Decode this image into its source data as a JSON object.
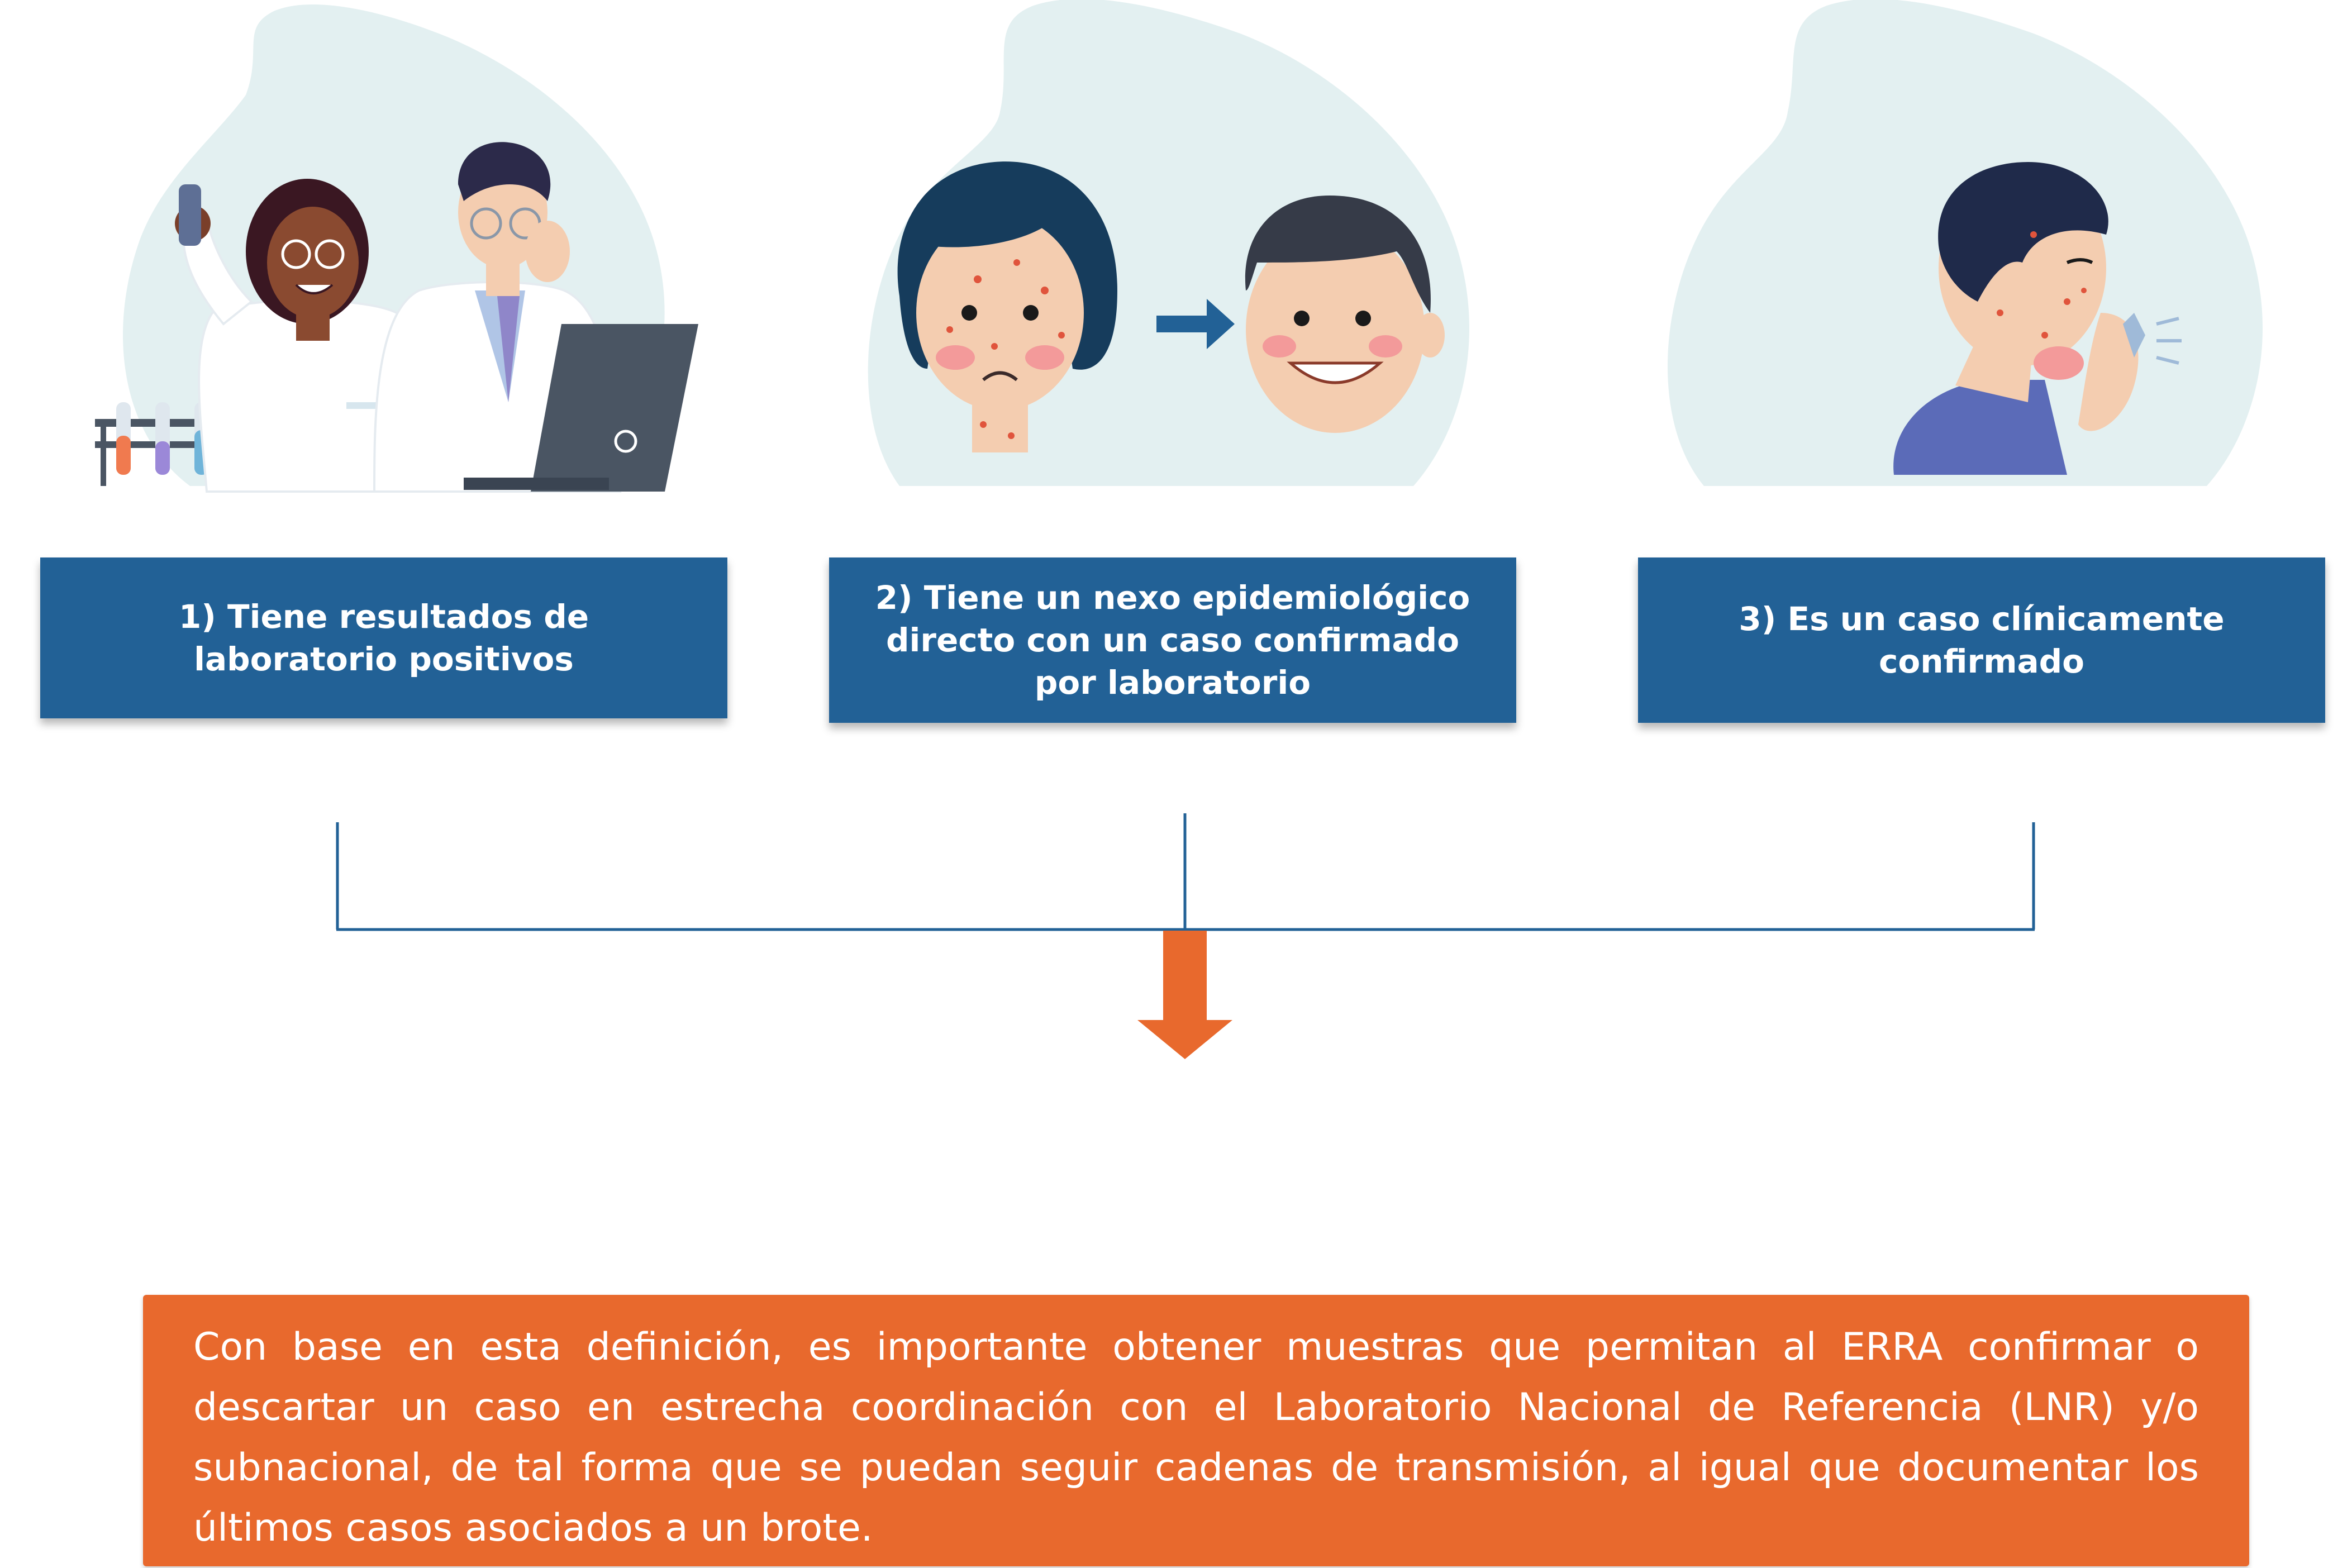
{
  "criteria": [
    {
      "label": "1) Tiene resultados de laboratorio positivos"
    },
    {
      "label": "2) Tiene un nexo epidemiológico directo con un caso confirmado por laboratorio"
    },
    {
      "label": "3) Es un caso clínicamente confirmado"
    }
  ],
  "note": {
    "text": "Con base en esta definición, es importante obtener muestras que permitan al ERRA confirmar o descartar un caso en estrecha coordinación con el Laboratorio Nacional de Referencia (LNR) y/o subnacional, de tal forma que se puedan seguir cadenas de transmisión, al igual que documentar los últimos casos asociados a un brote."
  },
  "colors": {
    "box_blue": "#226196",
    "connector_blue": "#226196",
    "arrow_orange": "#e8692d",
    "note_orange": "#e8692d",
    "blob_bg": "#e3f0f1"
  },
  "icons": [
    "lab-scientists-illustration",
    "contagion-illustration",
    "sick-person-illustration"
  ]
}
